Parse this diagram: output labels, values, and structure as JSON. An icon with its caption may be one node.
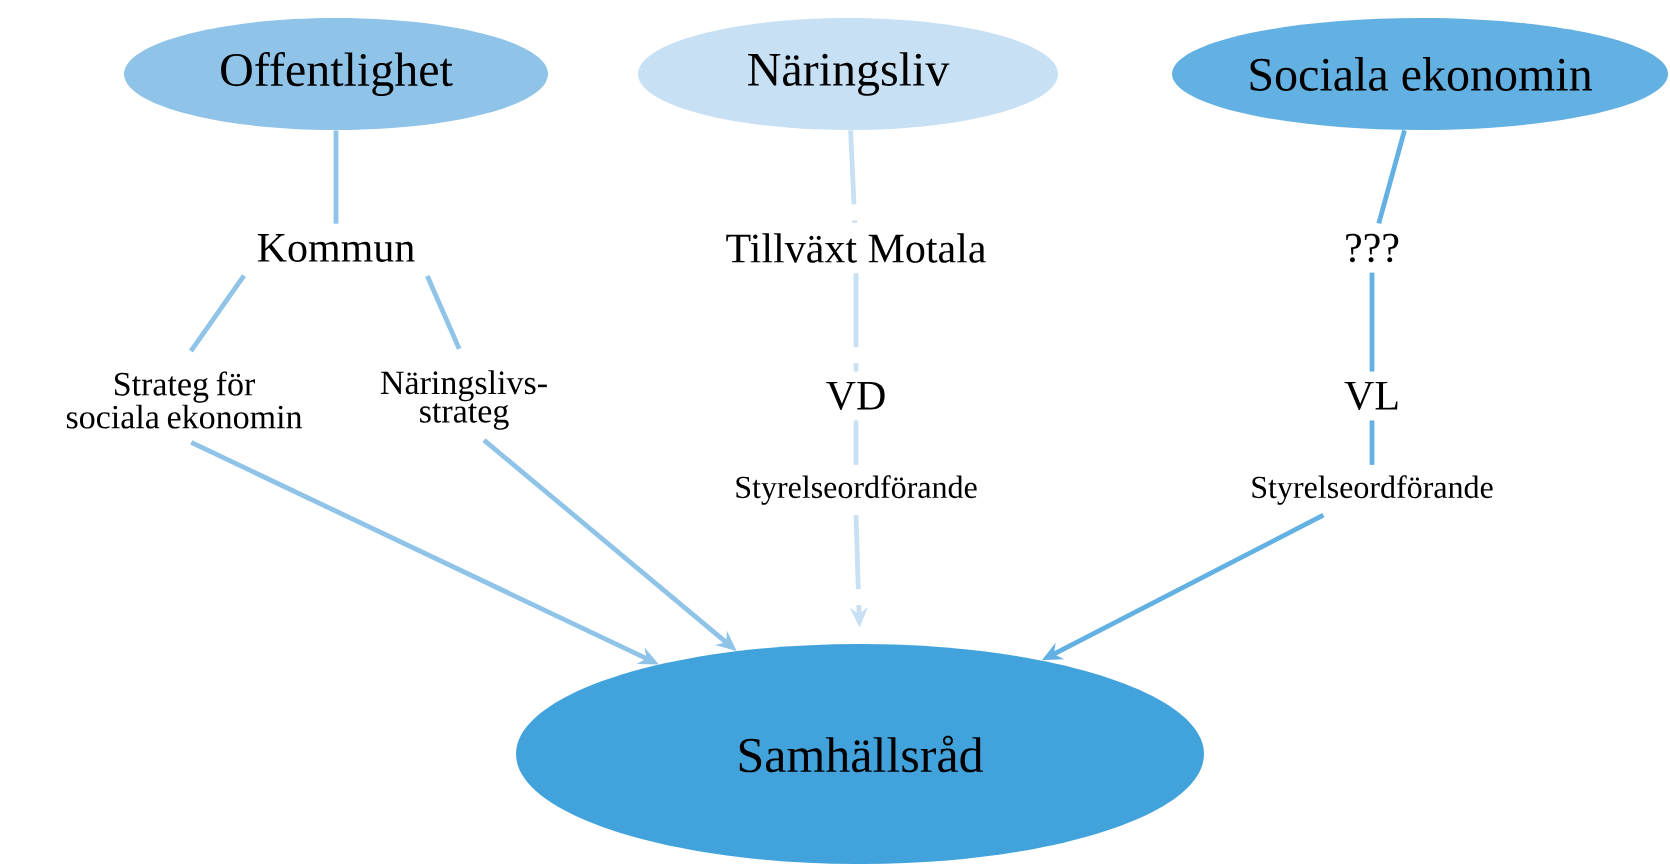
{
  "diagram": {
    "nodes": [
      {
        "text": [
          "Offentlighet"
        ]
      },
      {
        "text": [
          "Näringsliv"
        ]
      },
      {
        "text": [
          "Sociala ekonomin"
        ]
      },
      {
        "text": [
          "Kommun"
        ]
      },
      {
        "text": [
          "Strateg för sociala ekonomin"
        ]
      },
      {
        "text": [
          "Näringslivs- strateg"
        ]
      },
      {
        "text": [
          "Tillväxt Motala"
        ]
      },
      {
        "text": [
          "VD"
        ]
      },
      {
        "text": [
          "Styrelseordförande"
        ]
      },
      {
        "text": [
          "???"
        ]
      },
      {
        "text": [
          "VL"
        ]
      },
      {
        "text": [
          "Styrelseordförande"
        ]
      },
      {
        "text": [
          "Samhällsråd"
        ]
      }
    ],
    "edges": [
      {
        "from": 0,
        "to": 3,
        "arrow": "none"
      },
      {
        "from": 3,
        "to": 4,
        "arrow": "none"
      },
      {
        "from": 3,
        "to": 5,
        "arrow": "none"
      },
      {
        "from": 4,
        "to": 12,
        "arrow": "to"
      },
      {
        "from": 5,
        "to": 12,
        "arrow": "to"
      },
      {
        "from": 1,
        "to": 6,
        "arrow": "none",
        "style": "dashed",
        "color": "#c8e0f4"
      },
      {
        "from": 6,
        "to": 7,
        "arrow": "none",
        "style": "dashed",
        "color": "#c8e0f4"
      },
      {
        "from": 7,
        "to": 8,
        "arrow": "none",
        "style": "dashed",
        "color": "#c8e0f4"
      },
      {
        "from": 8,
        "to": 12,
        "arrow": "to",
        "style": "dashed",
        "color": "#c8e0f4"
      },
      {
        "from": 2,
        "to": 9,
        "arrow": "none",
        "color": "#63b0e2"
      },
      {
        "from": 9,
        "to": 10,
        "arrow": "none",
        "color": "#63b0e2"
      },
      {
        "from": 10,
        "to": 11,
        "arrow": "none",
        "color": "#63b0e2"
      },
      {
        "from": 11,
        "to": 12,
        "arrow": "to",
        "color": "#63b0e2"
      }
    ]
  }
}
